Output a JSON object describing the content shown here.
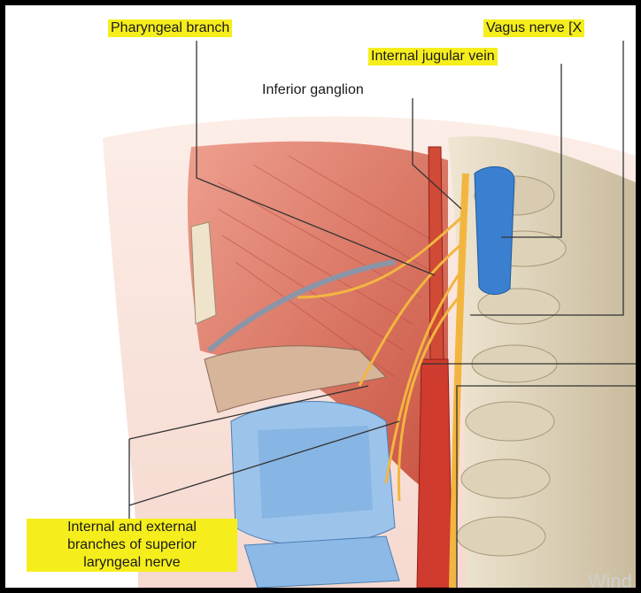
{
  "figure": {
    "labels": {
      "pharyngeal_branch": "Pharyngeal branch",
      "vagus_nerve": "Vagus nerve [X",
      "internal_jugular_vein": "Internal jugular vein",
      "inferior_ganglion": "Inferior ganglion",
      "superior_laryngeal_line1": "Internal and external",
      "superior_laryngeal_line2": "branches of superior",
      "superior_laryngeal_line3": "laryngeal nerve"
    },
    "watermark": "Wind",
    "colors": {
      "highlight": "#f6ee1c",
      "muscle": "#d9685a",
      "artery": "#cf3b2e",
      "vein": "#3b7fd0",
      "cartilage": "#8cb9e6",
      "nerve": "#f2b640",
      "bone": "#e2d6bf"
    }
  }
}
